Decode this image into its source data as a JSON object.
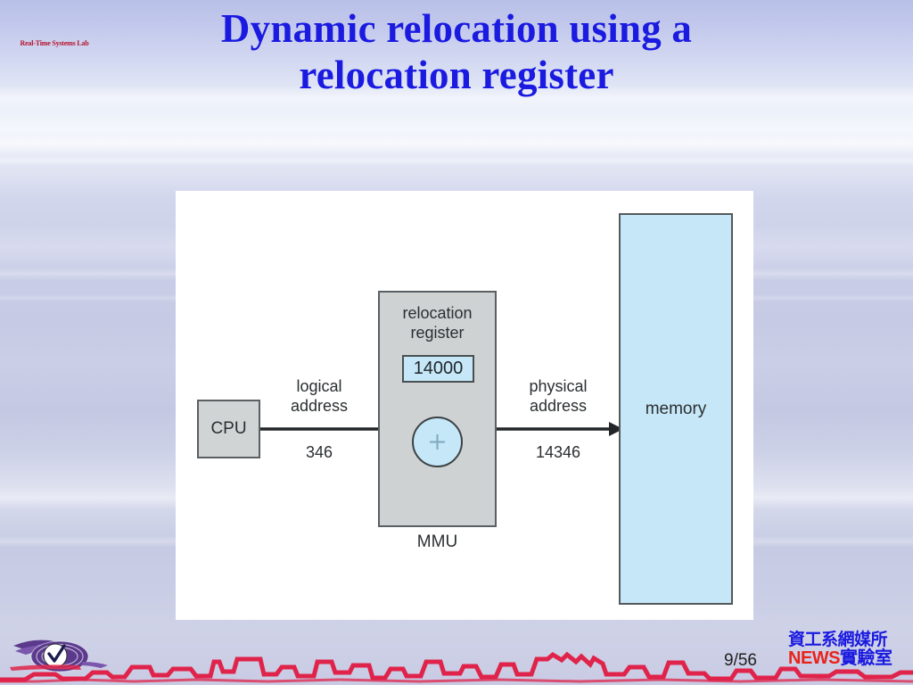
{
  "slide": {
    "title_line1": "Dynamic relocation using a",
    "title_line2": "relocation register",
    "title_color": "#1a1ae0",
    "background_color": "#c9cbe6"
  },
  "figure": {
    "cpu_label": "CPU",
    "logical_address_label": "logical\naddress",
    "logical_address_line1": "logical",
    "logical_address_line2": "address",
    "logical_address_value": "346",
    "mmu_register_line1": "relocation",
    "mmu_register_line2": "register",
    "relocation_register_value": "14000",
    "adder_symbol": "+",
    "mmu_label": "MMU",
    "physical_address_line1": "physical",
    "physical_address_line2": "address",
    "physical_address_value": "14346",
    "memory_label": "memory",
    "colors": {
      "panel": "#ffffff",
      "box_gray": "#ced2d3",
      "box_blue": "#c5e7f7",
      "stroke": "#55595c"
    }
  },
  "footer": {
    "page_number": "9/56",
    "department_cn": "資工系網媒所",
    "lab_news": "NEWS",
    "lab_cn": "實驗室",
    "logo_text": "Real-Time Systems Lab",
    "logo_color": "#5b3a8e",
    "skyline_color": "#e0234a"
  }
}
